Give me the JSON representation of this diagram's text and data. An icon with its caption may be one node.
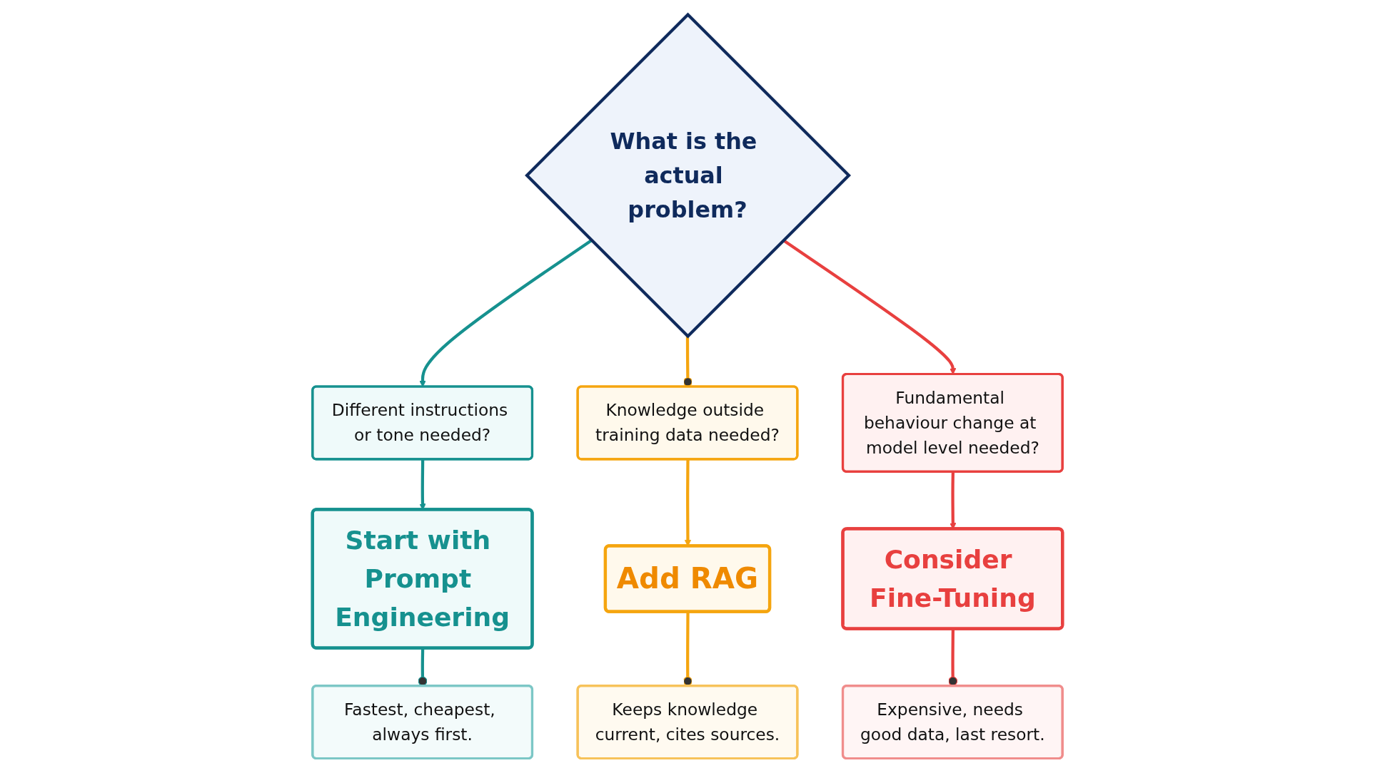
{
  "diagram": {
    "nodes": [
      {
        "text": [
          "What is the actual problem?"
        ]
      },
      {
        "text": [
          "Different instructions or tone needed?"
        ]
      },
      {
        "text": [
          "Knowledge outside training data needed?"
        ]
      },
      {
        "text": [
          "Fundamental behaviour change at model level needed?"
        ]
      },
      {
        "text": [
          "Start with Prompt Engineering"
        ]
      },
      {
        "text": [
          "Add RAG"
        ]
      },
      {
        "text": [
          "Consider Fine-Tuning"
        ]
      },
      {
        "text": [
          "Fastest, cheapest, always first."
        ]
      },
      {
        "text": [
          "Keeps knowledge current, cites sources."
        ]
      },
      {
        "text": [
          "Expensive, needs good data, last resort."
        ]
      }
    ],
    "edges": [
      {
        "from": 0,
        "to": 1,
        "arrow": "to",
        "color": "#16918f"
      },
      {
        "from": 0,
        "to": 2,
        "arrow": "other",
        "color": "#f5a50f"
      },
      {
        "from": 0,
        "to": 3,
        "arrow": "to",
        "color": "#e8403f"
      },
      {
        "from": 1,
        "to": 4,
        "arrow": "to",
        "color": "#16918f"
      },
      {
        "from": 2,
        "to": 5,
        "arrow": "to",
        "color": "#f5a50f"
      },
      {
        "from": 3,
        "to": 6,
        "arrow": "to",
        "color": "#e8403f"
      },
      {
        "from": 4,
        "to": 7,
        "arrow": "other",
        "color": "#16918f"
      },
      {
        "from": 5,
        "to": 8,
        "arrow": "other",
        "color": "#f5a50f"
      },
      {
        "from": 6,
        "to": 9,
        "arrow": "other",
        "color": "#e8403f"
      }
    ]
  }
}
